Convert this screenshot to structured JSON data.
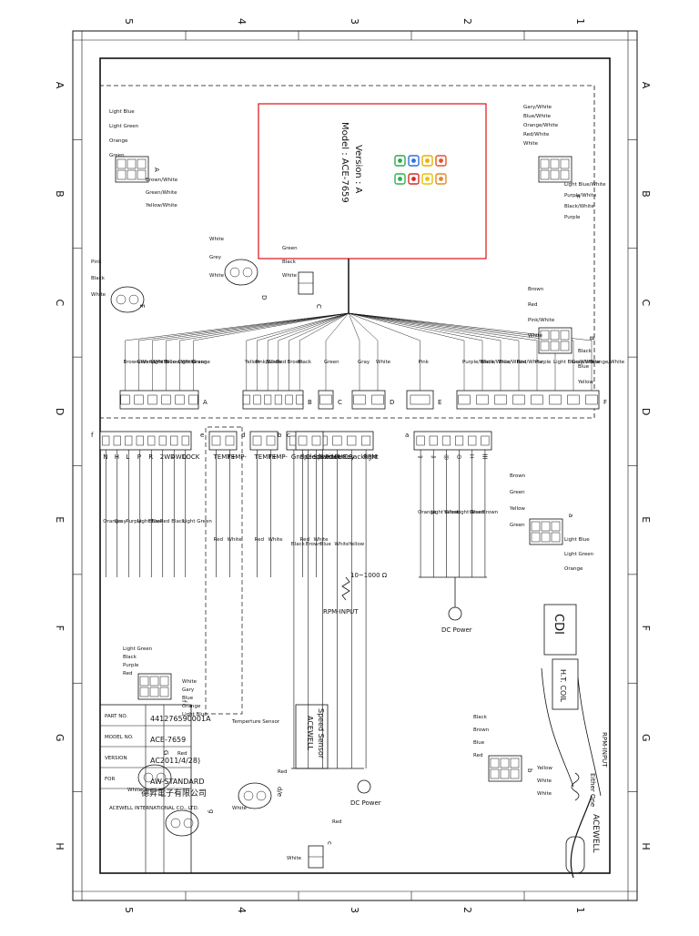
{
  "grid": {
    "numbers": [
      "5",
      "4",
      "3",
      "2",
      "1"
    ],
    "letters": [
      "A",
      "B",
      "C",
      "D",
      "E",
      "F",
      "G",
      "H"
    ]
  },
  "model": {
    "model_line": "Model : ACE-7659",
    "version_line": "Version : A",
    "indicator_colors": [
      "#e0552a",
      "#e8b000",
      "#2f6fe0",
      "#2fa84f",
      "#e08a2a",
      "#e8c200",
      "#d62a2a",
      "#2fb04f"
    ]
  },
  "top_connectors": {
    "A": {
      "label": "A",
      "wires": [
        "Orange",
        "Light Green",
        "Yellow/White",
        "Light Blue",
        "Green/White",
        "Brown/White"
      ]
    },
    "B": {
      "label": "B",
      "wires": [
        "Black",
        "Brown",
        "Red",
        "Blue",
        "Pink/White",
        "Yellow"
      ]
    },
    "C": {
      "label": "C",
      "wires": [
        "Green"
      ]
    },
    "D": {
      "label": "D",
      "wires": [
        "White",
        "Gray"
      ]
    },
    "E": {
      "label": "E",
      "wires": [
        "Pink"
      ]
    },
    "F": {
      "label": "F",
      "wires": [
        "Orange/White",
        "Gray/White",
        "Light Blue/White",
        "Purple",
        "Red/White",
        "Blue/White",
        "Black/White",
        "Purple/White"
      ]
    }
  },
  "conn_pinouts": {
    "A": {
      "label": "A",
      "left": [
        "Light Blue",
        "Light Green",
        "Orange",
        "Green"
      ],
      "right": [
        "Brown/White",
        "Green/White",
        "Yellow/White"
      ]
    },
    "F": {
      "label": "F",
      "left": [
        "Gary/White",
        "Blue/White",
        "Orange/White",
        "Red/White",
        "White"
      ],
      "right": [
        "Light Blue/White",
        "Purple/White",
        "Black/White",
        "Purple"
      ]
    },
    "C": {
      "label": "C",
      "wires": [
        "Green",
        "Black",
        "White"
      ]
    },
    "D": {
      "label": "D",
      "wires": [
        "White",
        "Grey",
        "White"
      ]
    },
    "E": {
      "label": "E",
      "wires": [
        "Pink",
        "Black",
        "White"
      ]
    },
    "B": {
      "label": "B",
      "wires": [
        "Brown",
        "Red",
        "Pink/White",
        "White",
        "Black",
        "Blue",
        "Yellow"
      ]
    }
  },
  "harness_a": {
    "label": "a",
    "signals": [
      "Orange",
      "Light Green",
      "Yellow",
      "Light Blue",
      "Green",
      "Brown"
    ],
    "pinout": {
      "left": [
        "Brown",
        "Green",
        "Yellow",
        "Green"
      ],
      "right": [
        "Light Blue",
        "Light Green",
        "Orange"
      ]
    },
    "power_label": "DC Power"
  },
  "harness_b": {
    "label": "b",
    "functions": [
      "Gnd",
      "Clock Power",
      "Switch Key",
      "FUEL",
      "Backlight",
      "RPM"
    ],
    "colors": [
      "Black",
      "Brown",
      "Blue",
      "White",
      "Yellow"
    ],
    "resistor_label": "10~1000 Ω",
    "rpm_label": "RPM-INPUT",
    "power_label": "DC Power",
    "pinout": {
      "left": [
        "Black",
        "Brown",
        "Blue",
        "Red",
        "Yellow",
        "White",
        "White"
      ],
      "right": [
        "Red",
        "White"
      ]
    }
  },
  "harness_c": {
    "label": "c",
    "functions": [
      "Speed+",
      "Speed-"
    ],
    "colors": [
      "Red",
      "White"
    ],
    "sensor_title": "ACEWELL",
    "sensor_name": "Speed Sensor",
    "pinout": {
      "wires": [
        "Red",
        "White"
      ]
    }
  },
  "harness_d": {
    "label": "d",
    "functions": [
      "TEMP+",
      "TEMP-"
    ],
    "colors": [
      "Red",
      "White"
    ],
    "sensor_label": "Temperture Sensor"
  },
  "harness_e": {
    "label": "e",
    "functions": [
      "TEMP+",
      "TEMP-"
    ],
    "colors": [
      "Red",
      "White"
    ]
  },
  "g_conn": {
    "label": "g",
    "pin_label": "G",
    "de_label": "d/e",
    "wires": [
      "Red",
      "White"
    ]
  },
  "harness_f": {
    "label": "f",
    "functions": [
      "N",
      "H",
      "L",
      "P",
      "R",
      "2WD",
      "4WD",
      "LOCK"
    ],
    "colors": [
      "Orange",
      "Gray",
      "Purple",
      "Light Blue",
      "Blue",
      "Red",
      "Black",
      "Light Green"
    ],
    "pinout": {
      "wires": [
        "Light Green",
        "Black",
        "Purple",
        "Red",
        "White",
        "Gary",
        "Blue",
        "Orange",
        "Light Blue"
      ]
    }
  },
  "cdi": {
    "cdi_label": "CDI",
    "coil_label": "H.T. COIL",
    "rpm_label": "RPM-INPUT",
    "either_label": "Either One",
    "brand": "ACEWELL"
  },
  "title_block": {
    "rows": [
      {
        "key": "PART NO.",
        "value": "441276590001A"
      },
      {
        "key": "MODEL NO.",
        "value": "ACE-7659"
      },
      {
        "key": "VERSION",
        "value": "AC2011/4/28)"
      },
      {
        "key": "FOR",
        "value": "AW STANDARD"
      }
    ],
    "company_cn": "德昇電子有限公司",
    "company_en": "ACEWELL INTERNATIONAL CO., LTD."
  }
}
